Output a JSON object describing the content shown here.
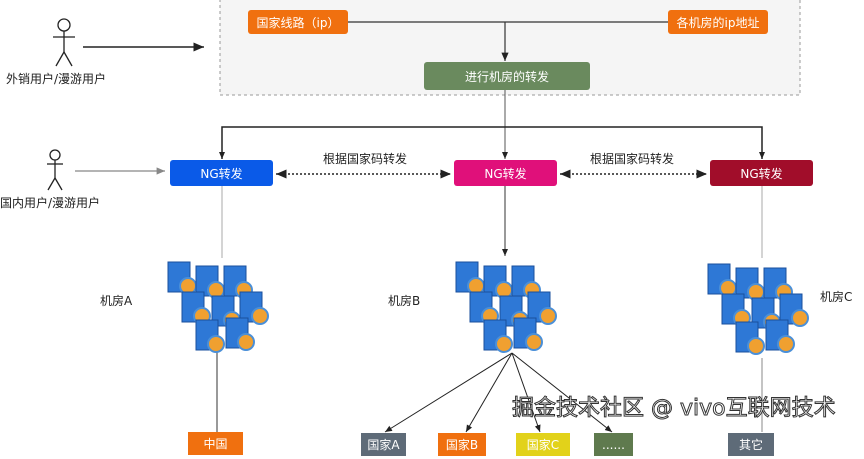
{
  "top_panel": {
    "country_route": "国家线路（ip）",
    "room_ips": "各机房的ip地址",
    "forward": "进行机房的转发"
  },
  "users": {
    "overseas": "外销用户/漫游用户",
    "domestic": "国内用户/漫游用户"
  },
  "ng": {
    "a": "NG转发",
    "b": "NG转发",
    "c": "NG转发"
  },
  "forward_labels": {
    "left": "根据国家码转发",
    "right": "根据国家码转发"
  },
  "rooms": {
    "a": "机房A",
    "b": "机房B",
    "c": "机房C"
  },
  "destinations": {
    "china": "中国",
    "country_a": "国家A",
    "country_b": "国家B",
    "country_c": "国家C",
    "more": "......",
    "other": "其它"
  },
  "watermark": "掘金技术社区 @ vivo互联网技术",
  "colors": {
    "orange": "#f0700f",
    "green": "#6a8a5e",
    "blue": "#0a5ae8",
    "pink": "#e0107a",
    "darkred": "#a10d2a",
    "gray": "#5e6b78",
    "yellow": "#e2d21a",
    "olive": "#5f7a4e"
  }
}
